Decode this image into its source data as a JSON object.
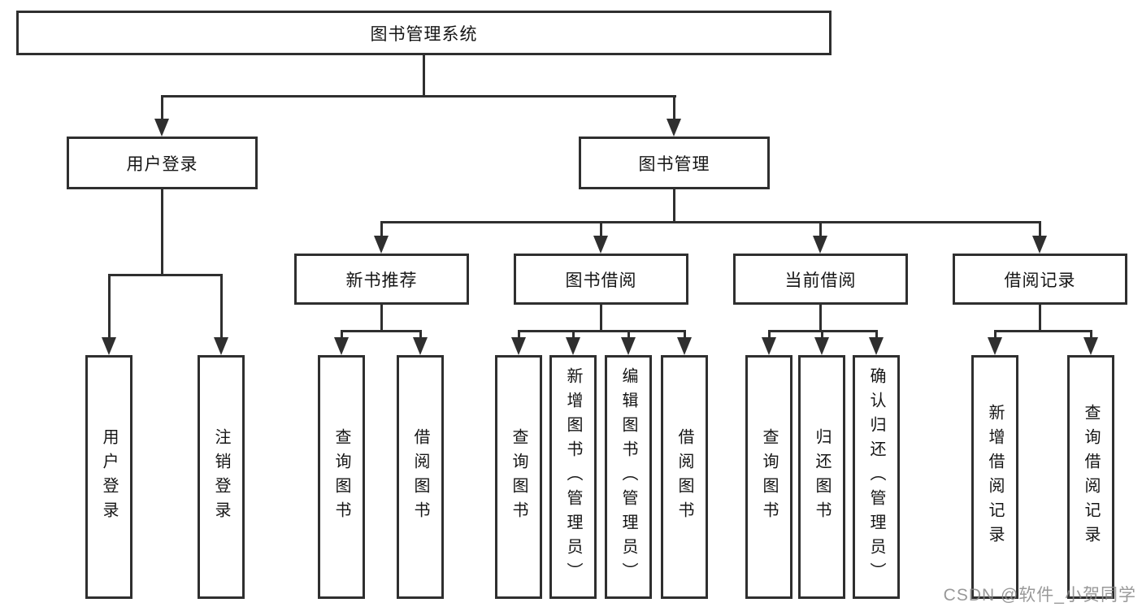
{
  "tree": {
    "root": "图书管理系统",
    "branches": [
      {
        "label": "用户登录",
        "children": [
          "用户登录",
          "注销登录"
        ]
      },
      {
        "label": "图书管理",
        "children": [
          {
            "label": "新书推荐",
            "children": [
              "查询图书",
              "借阅图书"
            ]
          },
          {
            "label": "图书借阅",
            "children": [
              "查询图书",
              "新增图书（管理员）",
              "编辑图书（管理员）",
              "借阅图书"
            ]
          },
          {
            "label": "当前借阅",
            "children": [
              "查询图书",
              "归还图书",
              "确认归还（管理员）"
            ]
          },
          {
            "label": "借阅记录",
            "children": [
              "新增借阅记录",
              "查询借阅记录"
            ]
          }
        ]
      }
    ]
  },
  "watermark": {
    "text": "CSDN @软件_小贺同学"
  },
  "colors": {
    "line": "#2f2f2f",
    "box_background": "#ffffff",
    "text": "#151515",
    "watermark": "#878787"
  }
}
